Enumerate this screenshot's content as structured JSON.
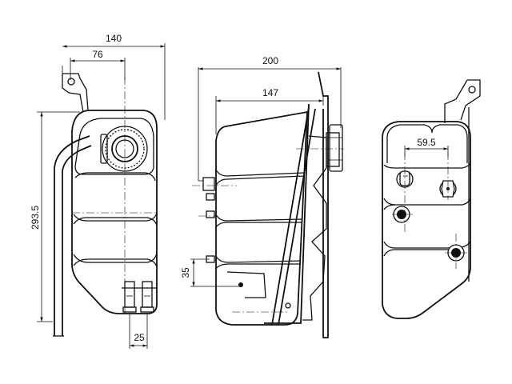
{
  "dimensions": {
    "front_width_overall": "140",
    "front_width_cap": "76",
    "front_height": "293.5",
    "front_outlet_spacing": "25",
    "side_length_overall": "200",
    "side_length_partial": "147",
    "side_port_height": "35",
    "rear_port_spacing": "59.5"
  },
  "colors": {
    "line": "#111111",
    "background": "#ffffff"
  }
}
